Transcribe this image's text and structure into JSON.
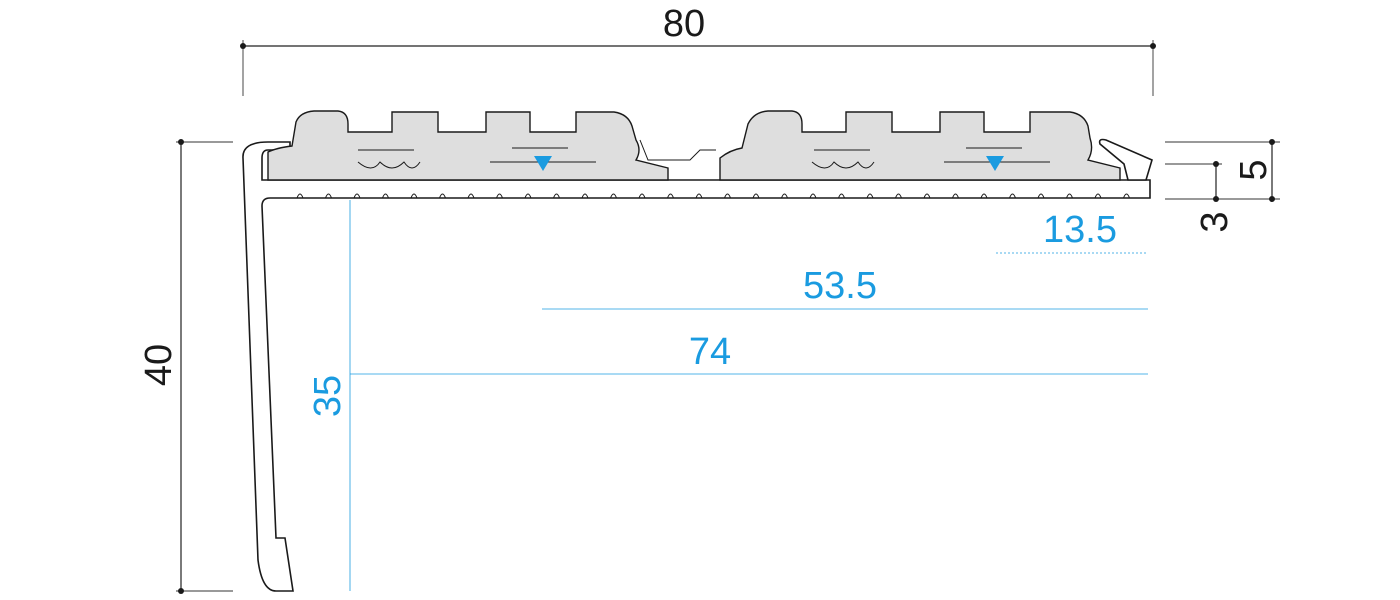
{
  "dimensions": {
    "overall_width": "80",
    "overall_height": "40",
    "insert_height": "5",
    "nose_thickness": "3",
    "offset_small": "13.5",
    "offset_medium": "53.5",
    "offset_large": "74",
    "vertical_guide": "35"
  },
  "colors": {
    "accent": "#1a9be0",
    "line": "#1a1a1a",
    "insert_fill": "#dedede"
  },
  "icons": {
    "marker": "triangle-down-icon"
  }
}
